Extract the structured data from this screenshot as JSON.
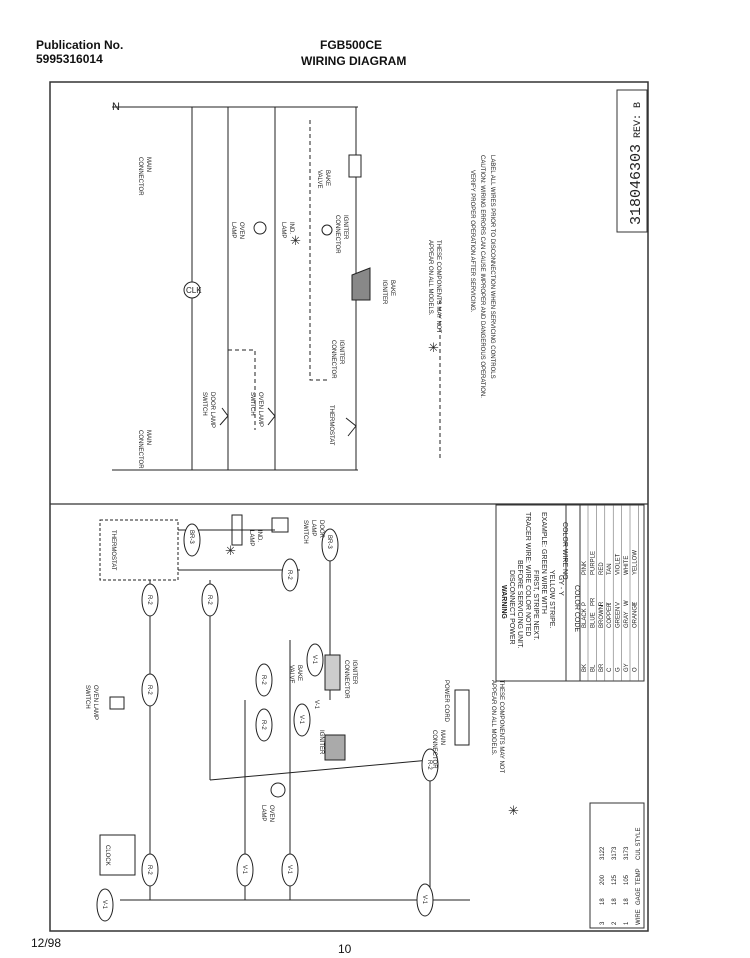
{
  "header": {
    "publication_label": "Publication No.",
    "publication_number": "5995316014",
    "model": "FGB500CE",
    "title": "WIRING DIAGRAM"
  },
  "footer": {
    "date": "12/98",
    "page": "10"
  },
  "doc_number": "318046303",
  "revision": "REV: B",
  "schematic": {
    "n_label": "N",
    "main_connector_top": [
      "MAIN",
      "CONNECTOR"
    ],
    "main_connector_bottom": [
      "MAIN",
      "CONNECTOR"
    ],
    "bake_valve": [
      "BAKE",
      "VALVE"
    ],
    "oven_lamp": [
      "OVEN",
      "LAMP"
    ],
    "ind_lamp": [
      "IND.",
      "LAMP"
    ],
    "igniter_connector_top": [
      "IGNITER",
      "CONNECTOR"
    ],
    "bake_igniter": [
      "BAKE",
      "IGNITER"
    ],
    "clock": "CLK",
    "igniter_connector_bottom": [
      "IGNITER",
      "CONNECTOR"
    ],
    "door_lamp_switch": [
      "DOOR LAMP",
      "SWITCH"
    ],
    "oven_lamp_switch": [
      "OVEN LAMP",
      "SWITCH"
    ],
    "thermostat": "THERMOSTAT",
    "components_note": [
      "THESE COMPONENTS MAY NOT",
      "APPEAR ON ALL MODELS."
    ],
    "caution": [
      "LABEL ALL WIRES PRIOR TO DISCONNECTION WHEN SERVICING CONTROLS",
      "CAUTION:  WIRING ERRORS CAN CAUSE IMPROPER AND DANGEROUS OPERATION.",
      "VERIFY PROPER OPERATION AFTER SERVICING."
    ]
  },
  "pictorial": {
    "thermostat": "THERMOSTAT",
    "br3_a": "BR-3",
    "br3_b": "BR-3",
    "ind_lamp": [
      "IND.",
      "LAMP"
    ],
    "door_lamp_switch": [
      "DOOR",
      "LAMP",
      "SWITCH"
    ],
    "r2_labels": [
      "R-2",
      "R-2",
      "R-2",
      "R-2",
      "R-2",
      "R-2",
      "R-2",
      "R-2"
    ],
    "v1_labels": [
      "V-1",
      "V-1",
      "V-1",
      "V-1",
      "V-1",
      "V-1",
      "V-1"
    ],
    "oven_lamp_switch": [
      "OVEN LAMP",
      "SWITCH"
    ],
    "bake_valve": [
      "BAKE",
      "VALVE"
    ],
    "igniter_connector": [
      "IGNITER",
      "CONNECTOR"
    ],
    "igniter": "IGNITER",
    "power_cord": "POWER CORD",
    "main_connector": [
      "MAIN",
      "CONNECTOR"
    ],
    "oven_lamp": [
      "OVEN",
      "LAMP"
    ],
    "clock": "CLOCK",
    "components_note": [
      "THESE COMPONENTS MAY NOT",
      "APPEAR ON ALL MODELS."
    ]
  },
  "warning": {
    "title": "WARNING",
    "lines": [
      "DISCONNECT POWER",
      "BEFORE SERVICING UNIT.",
      "TRACER WIRE: WIRE COLOR NOTED",
      "FIRST, STRIPE NEXT.",
      "EXAMPLE:  GREEN WIRE WITH",
      "YELLOW STRIPE.",
      "GY - Y"
    ],
    "color_code_header": "COLOR WIRE NO.",
    "color_code_sub": "COLOR CODE",
    "color_codes": [
      [
        "BK",
        "BLACK",
        "P",
        "PINK"
      ],
      [
        "BL",
        "BLUE",
        "PR",
        "PURPLE"
      ],
      [
        "BR",
        "BROWN",
        "R",
        "RED"
      ],
      [
        "C",
        "COPPER",
        "T",
        "TAN"
      ],
      [
        "G",
        "GREEN",
        "V",
        "VIOLET"
      ],
      [
        "GY",
        "GRAY",
        "W",
        "WHITE"
      ],
      [
        "O",
        "ORANGE",
        "Y",
        "YELLOW"
      ]
    ]
  },
  "wire_table": {
    "headers": [
      "WIRE",
      "GAGE",
      "TEMP",
      "CUL STYLE"
    ],
    "rows": [
      [
        "1",
        "18",
        "105",
        "3173"
      ],
      [
        "2",
        "18",
        "125",
        "3173"
      ],
      [
        "3",
        "18",
        "200",
        "3122"
      ]
    ]
  }
}
